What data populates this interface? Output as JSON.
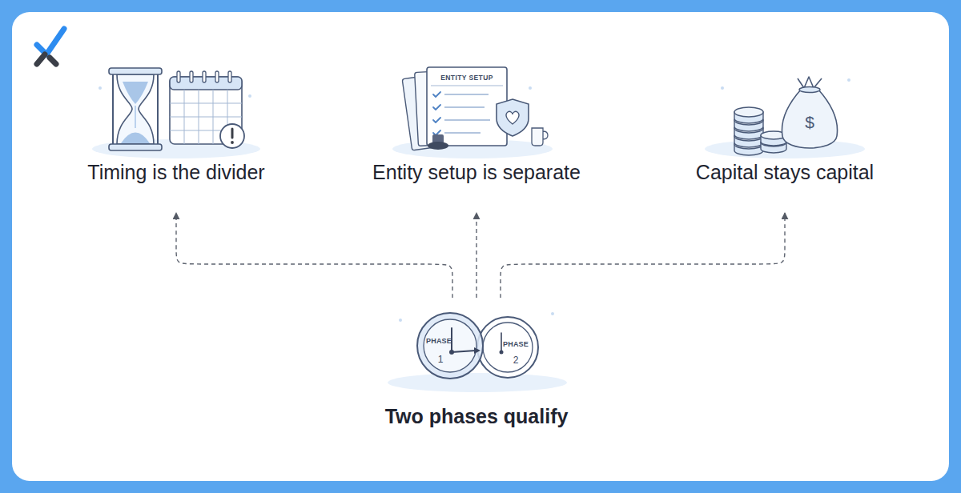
{
  "diagram": {
    "nodes": [
      {
        "text": [
          "Timing is the divider"
        ]
      },
      {
        "text": [
          "Entity setup is separate"
        ]
      },
      {
        "text": [
          "Capital stays capital"
        ]
      },
      {
        "text": [
          "Two phases qualify"
        ]
      }
    ],
    "edges": [
      {
        "from": 3,
        "to": 0,
        "arrow": "to"
      },
      {
        "from": 3,
        "to": 1,
        "arrow": "to"
      },
      {
        "from": 3,
        "to": 2,
        "arrow": "to"
      }
    ],
    "labels": [
      "ENTITY SETUP",
      "$",
      "PHASE",
      "1",
      "PHASE",
      "2"
    ]
  }
}
